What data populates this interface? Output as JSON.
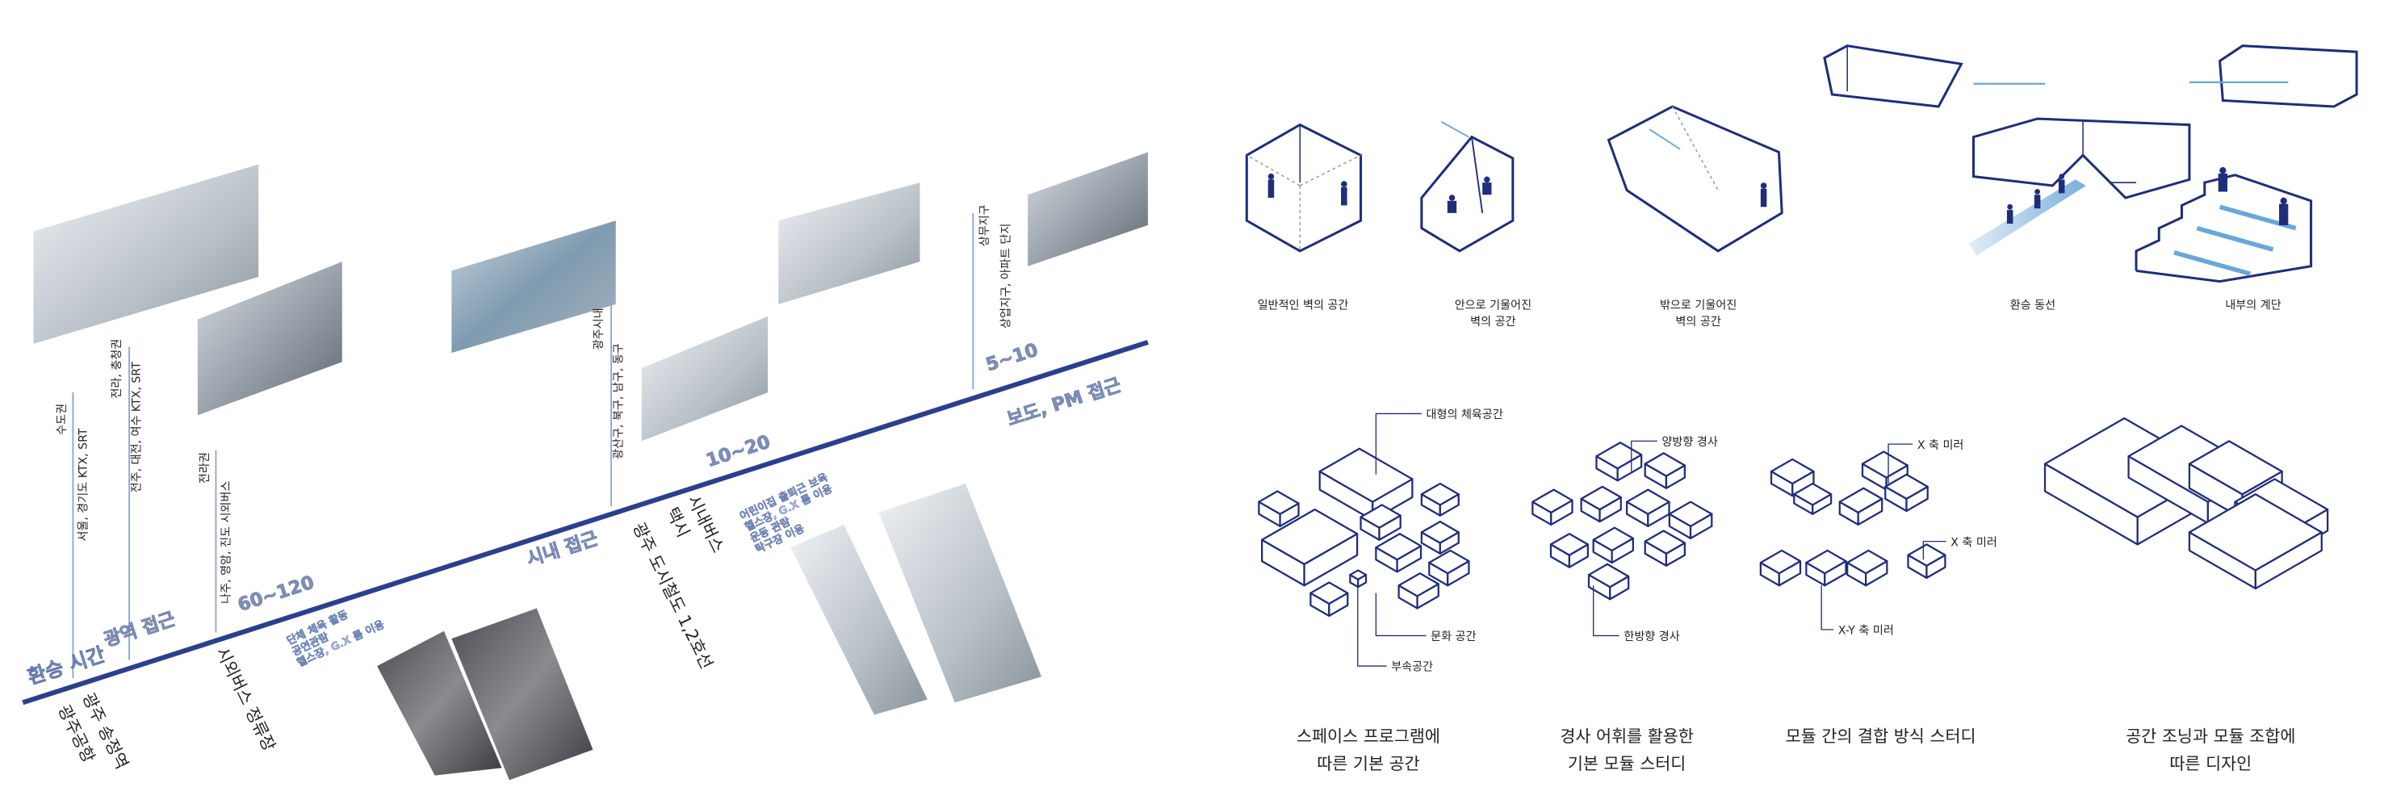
{
  "colors": {
    "navy": "#2b3f8c",
    "light_line": "#8fa6d6",
    "diagram_stroke": "#1f2d7a",
    "accent_blue": "#6aa6d8"
  },
  "timeline": {
    "heading": "환승 시간",
    "stages": [
      {
        "title": "광역 접근",
        "time": "60~120"
      },
      {
        "title": "시내 접근",
        "time": "10~20"
      },
      {
        "title": "보도, PM 접근",
        "time": "5~10"
      }
    ],
    "markers": [
      {
        "region": "수도권",
        "detail": "서울, 경기도 KTX, SRT"
      },
      {
        "region": "전라, 충청권",
        "detail": "전주, 대전, 여수  KTX, SRT"
      },
      {
        "region": "전라권",
        "detail": "나주, 영암, 진도 시외버스"
      },
      {
        "region": "광주시내",
        "detail": "광산구, 북구, 남구, 동구"
      },
      {
        "region": "상무지구",
        "detail": "상업지구, 아파트 단지"
      }
    ],
    "stations": {
      "airport": "광주공항",
      "songjeong": "광주 송정역",
      "intercity_bus": "시외버스 정류장",
      "city_bus": "시내버스",
      "taxi": "택시",
      "metro": "광주 도시철도 1,2호선"
    },
    "activities_1": [
      "단체 체육 활동",
      "공연관람",
      "헬스장, G.X 룸 이용"
    ],
    "activities_2": [
      "어린이집 출퇴근 보육",
      "헬스장, G.X 룸 이용",
      "운동 관람",
      "탁구장 이용"
    ]
  },
  "wall_studies": [
    {
      "label": [
        "일반적인 벽의 공간"
      ]
    },
    {
      "label": [
        "안으로 기울어진",
        "벽의 공간"
      ]
    },
    {
      "label": [
        "밖으로 기울어진",
        "벽의 공간"
      ]
    },
    {
      "label": [
        "환승 동선"
      ]
    },
    {
      "label": [
        "내부의 계단"
      ]
    }
  ],
  "module_studies": {
    "annotations": {
      "large_sports": "대형의 체육공간",
      "culture": "문화 공간",
      "auxiliary": "부속공간",
      "two_way_slope": "양방향 경사",
      "one_way_slope": "한방향 경사",
      "x_mirror_1": "X 축 미러",
      "x_mirror_2": "X 축 미러",
      "xy_mirror": "X-Y 축 미러"
    },
    "captions": [
      [
        "스페이스 프로그램에",
        "따른 기본 공간"
      ],
      [
        "경사 어휘를 활용한",
        "기본 모듈 스터디"
      ],
      [
        "모듈 간의 결합 방식 스터디"
      ],
      [
        "공간 조닝과 모듈 조합에",
        "따른 디자인"
      ]
    ]
  }
}
